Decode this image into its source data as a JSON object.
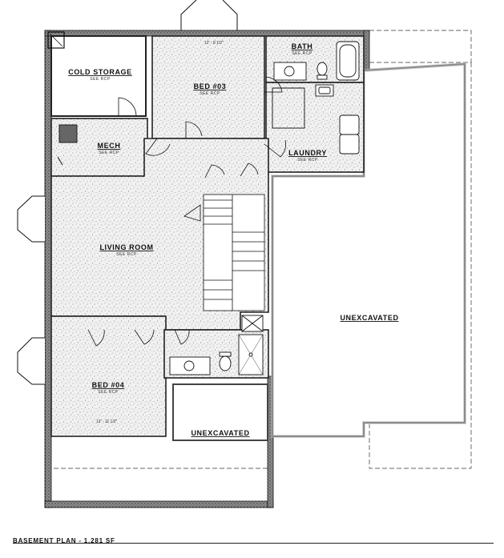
{
  "plan": {
    "title": "BASEMENT PLAN - 1,281 SF"
  },
  "rooms": {
    "cold_storage": {
      "name": "COLD STORAGE",
      "note": "SEE RCP"
    },
    "bath": {
      "name": "BATH",
      "note": "SEE RCP"
    },
    "bed3": {
      "name": "BED #03",
      "note": "SEE RCP",
      "dim": "12' - 8 1/2\""
    },
    "mech": {
      "name": "MECH",
      "note": "SEE RCP"
    },
    "laundry": {
      "name": "LAUNDRY",
      "note": "SEE RCP"
    },
    "living": {
      "name": "LIVING ROOM",
      "note": "SEE RCP"
    },
    "bed4": {
      "name": "BED #04",
      "note": "SEE RCP",
      "dim": "12' - 11 1/2\""
    },
    "unexcavated_main": {
      "name": "UNEXCAVATED"
    },
    "unexcavated_south": {
      "name": "UNEXCAVATED"
    }
  },
  "colors": {
    "wall": "#4a4a4a",
    "floor_speckle": "#777777",
    "line": "#111111"
  }
}
